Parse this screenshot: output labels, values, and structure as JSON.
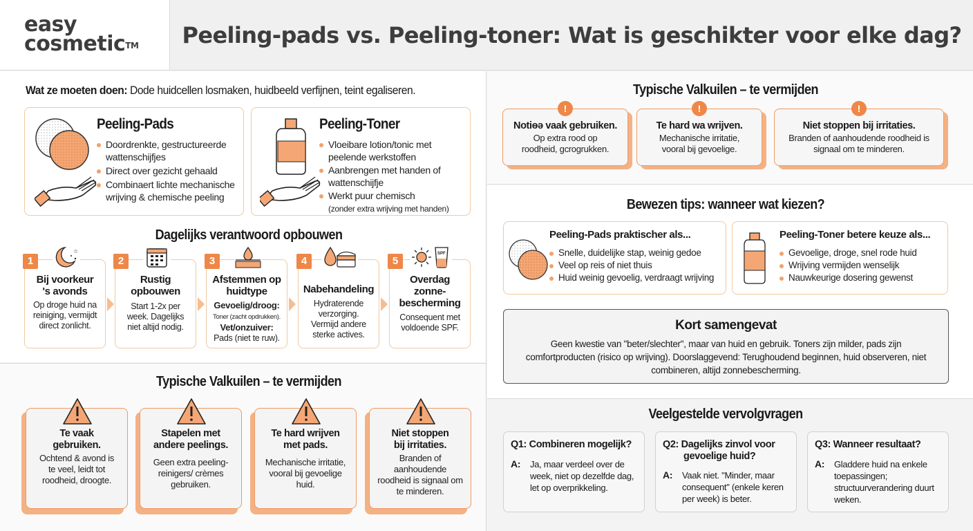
{
  "brand": {
    "line1": "easy",
    "line2": "cosmetic",
    "tm": "TM"
  },
  "header": {
    "title": "Peeling-pads vs. Peeling-toner: Wat is geschikter voor elke dag?"
  },
  "intro": {
    "label": "Wat ze moeten doen:",
    "text": " Dode huidcellen losmaken, huidbeeld verfijnen, teint egaliseren."
  },
  "products": [
    {
      "title": "Peeling-Pads",
      "icon": "cotton-pads-icon",
      "bullets": [
        "Doordrenkte, gestructureerde wattenschijfjes",
        "Direct over gezicht gehaald",
        "Combinaert lichte mechanische wrijving & chemische peeling"
      ]
    },
    {
      "title": "Peeling-Toner",
      "icon": "toner-bottle-icon",
      "bullets": [
        "Vloeibare lotion/tonic met peelende werkstoffen",
        "Aanbrengen met handen of wattenschijfje",
        "Werkt puur chemisch"
      ],
      "note": "(zonder extra wrijving met handen)"
    }
  ],
  "routine": {
    "title": "Dagelijks verantwoord opbouwen",
    "steps": [
      {
        "num": "1",
        "icon": "moon-icon",
        "title": "Bij voorkeur 's avonds",
        "body": "Op droge huid na reiniging, vermijdt direct zonlicht."
      },
      {
        "num": "2",
        "icon": "calendar-icon",
        "title": "Rustig opbouwen",
        "body": "Start 1-2x per week. Dagelijks niet altijd nodig."
      },
      {
        "num": "3",
        "icon": "skin-drop-icon",
        "title": "Afstemmen op huidtype",
        "l1": "Gevoelig/droog:",
        "l2": "Toner (zacht opdrukken).",
        "l3": "Vet/onzuiver:",
        "l4": "Pads (niet te ruw)."
      },
      {
        "num": "4",
        "icon": "cream-jar-icon",
        "title": "Nabehandeling",
        "body": "Hydraterende verzorging. Vermijd andere sterke actives."
      },
      {
        "num": "5",
        "icon": "sun-spf-icon",
        "title": "Overdag zonne-bescherming",
        "body": "Consequent met voldoende SPF.",
        "spf": "SPF"
      }
    ]
  },
  "pitfalls_left": {
    "title": "Typische Valkuilen – te vermijden",
    "items": [
      {
        "title": "Te vaak gebruiken.",
        "body": "Ochtend & avond is te veel, leidt tot roodheid, droogte."
      },
      {
        "title": "Stapelen met andere peelings.",
        "body": "Geen extra peeling-reinigers/ crèmes gebruiken."
      },
      {
        "title": "Te hard wrijven met pads.",
        "body": "Mechanische irritatie, vooral bij gevoelige huid."
      },
      {
        "title": "Niet stoppen bij irritaties.",
        "body": "Branden of aanhoudende roodheid is signaal om te minderen."
      }
    ]
  },
  "pitfalls_right": {
    "title": "Typische Valkuilen – te vermijden",
    "badge": "!",
    "items": [
      {
        "title": "Notiɵə vaak gebruiken.",
        "body": "Op extra rood op roodheid, gcrogrukken."
      },
      {
        "title": "Te hard wa wrijven.",
        "body": "Mechanische irritatie, vooral bij gevoelige."
      },
      {
        "title": "Niet stoppen bij irritaties.",
        "body": "Branden of aanhoudende roodheid is signaal om te minderen."
      }
    ]
  },
  "tips": {
    "title": "Bewezen tips: wanneer wat kiezen?",
    "cards": [
      {
        "title": "Peeling-Pads praktischer als...",
        "icon": "cotton-pads-icon",
        "bullets": [
          "Snelle, duidelijke stap, weinig gedoe",
          "Veel op reis of niet thuis",
          "Huid weinig gevoelig, verdraagt wrijving"
        ]
      },
      {
        "title": "Peeling-Toner betere keuze als...",
        "icon": "toner-bottle-icon",
        "bullets": [
          "Gevoelige, droge, snel rode huid",
          "Wrijving vermijden wenselijk",
          "Nauwkeurige dosering gewenst"
        ]
      }
    ]
  },
  "summary": {
    "title": "Kort samengevat",
    "body": "Geen kwestie van \"beter/slechter\", maar van huid en gebruik. Toners zijn milder, pads zijn comfortproducten (risico op wrijving). Doorslaggevend: Terughoudend beginnen, huid observeren, niet combineren, altijd zonnebescherming."
  },
  "faq": {
    "title": "Veelgestelde vervolgvragen",
    "items": [
      {
        "q": "Q1:",
        "qt": "Combineren mogelijk?",
        "a": "A:",
        "at": "Ja, maar verdeel over de week, niet op dezelfde dag, let op overprikkeling."
      },
      {
        "q": "Q2:",
        "qt": "Dagelijks zinvol voor gevoelige huid?",
        "a": "A:",
        "at": "Vaak niet. \"Minder, maar consequent\" (enkele keren per week) is beter."
      },
      {
        "q": "Q3:",
        "qt": "Wanneer resultaat?",
        "a": "A:",
        "at": "Gladdere huid na enkele toepassingen; structuurverandering duurt weken."
      }
    ]
  },
  "colors": {
    "accent": "#ee8748",
    "accent_light": "#f4b184",
    "border_light": "#f0c9a3",
    "text": "#1a1a1a",
    "header_text": "#3d3d3d"
  }
}
